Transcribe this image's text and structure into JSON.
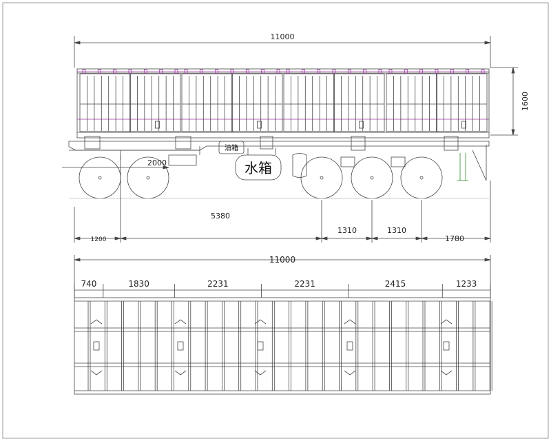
{
  "side_view": {
    "overall_length": "11000",
    "height": "1600",
    "kingpin_offset": "2000",
    "wheelbase": "5380",
    "front_overhang": "1200",
    "axle_spacing_1": "1310",
    "axle_spacing_2": "1310",
    "rear_overhang": "1780",
    "water_tank_label": "水箱",
    "fuel_tank_label": "油箱"
  },
  "top_view": {
    "overall_length": "11000",
    "segments": [
      "740",
      "1830",
      "2231",
      "2231",
      "2415",
      "1233"
    ]
  },
  "colors": {
    "line": "#444444",
    "accent": "#9b3aa0"
  }
}
